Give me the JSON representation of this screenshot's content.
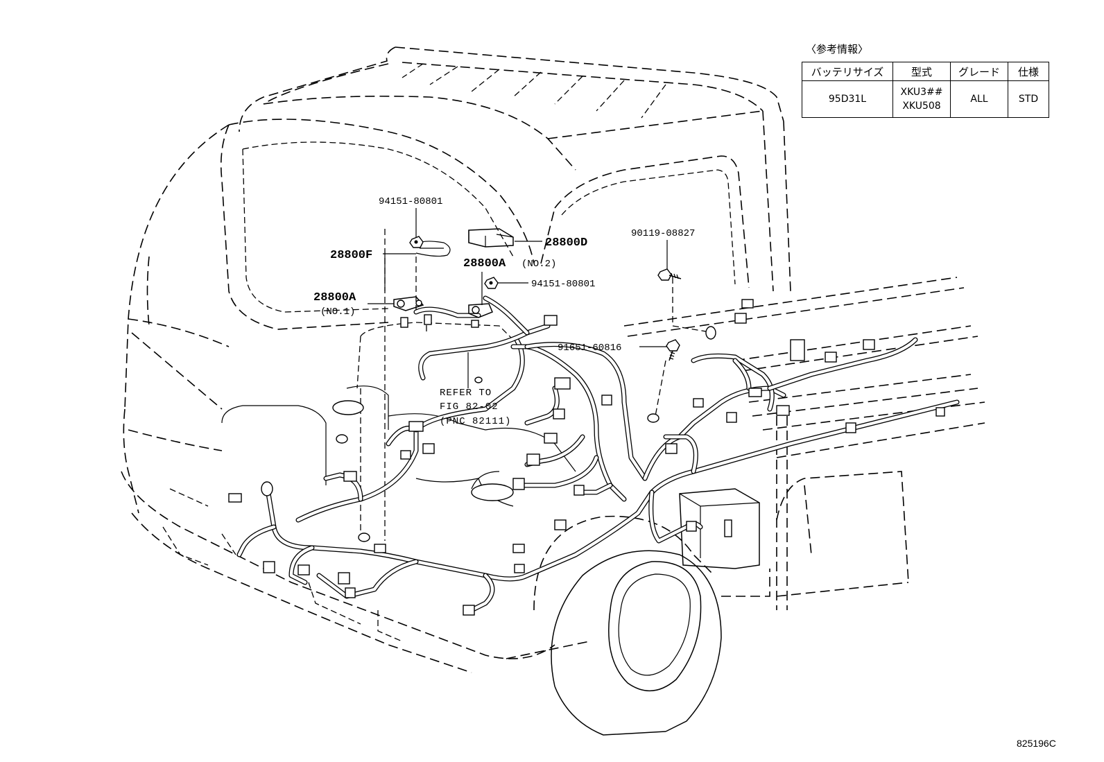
{
  "reference_info": {
    "caption": "〈参考情報〉",
    "headers": [
      "バッテリサイズ",
      "型式",
      "グレード",
      "仕様"
    ],
    "row": {
      "battery_size": "95D31L",
      "models": [
        "XKU3##",
        "XKU508"
      ],
      "grade": "ALL",
      "spec": "STD"
    }
  },
  "callouts": {
    "nut_top_left": "94151-80801",
    "cable_f": "28800F",
    "cable_a_no1": "28800A",
    "cable_a_no1_sub": "(NO.1)",
    "holder_d": "28800D",
    "cable_a_no2": "28800A",
    "cable_a_no2_sub": "(NO.2)",
    "nut_mid": "94151-80801",
    "bolt_right": "90119-08827",
    "clamp_right": "91651-60816",
    "refer_line1": "REFER TO",
    "refer_line2": "FIG 82-02",
    "refer_line3": "(PNC 82111)"
  },
  "figure_number": "825196C"
}
